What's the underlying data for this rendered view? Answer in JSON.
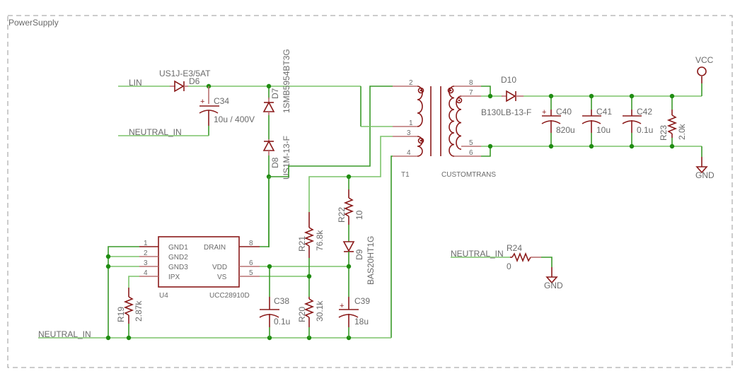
{
  "sheet": {
    "title": "PowerSupply"
  },
  "colors": {
    "wire": "#3a9a2a",
    "part": "#8b1a1a",
    "junction": "#1f8c12",
    "text": "#6a6a6a",
    "frame": "#999999"
  },
  "nets": {
    "lin": "LIN",
    "neutral_top": "NEUTRAL_IN",
    "neutral_bottom": "NEUTRAL_IN",
    "neutral_r24": "NEUTRAL_IN",
    "vcc": "VCC",
    "gnd_out": "GND",
    "gnd_r24": "GND"
  },
  "components": {
    "d6": {
      "ref": "D6",
      "value": "US1J-E3/5AT"
    },
    "c34": {
      "ref": "C34",
      "value": "10u / 400V"
    },
    "d7": {
      "ref": "D7",
      "value": "1SMB5954BT3G"
    },
    "d8": {
      "ref": "D8",
      "value": "US1M-13-F"
    },
    "t1": {
      "ref": "T1",
      "value": "CUSTOMTRANS",
      "pins": [
        "2",
        "1",
        "3",
        "4",
        "8",
        "7",
        "5",
        "6"
      ]
    },
    "d10": {
      "ref": "D10",
      "value": "B130LB-13-F"
    },
    "c40": {
      "ref": "C40",
      "value": "820u"
    },
    "c41": {
      "ref": "C41",
      "value": "10u"
    },
    "c42": {
      "ref": "C42",
      "value": "0.1u"
    },
    "r23": {
      "ref": "R23",
      "value": "2.0k"
    },
    "u4": {
      "ref": "U4",
      "value": "UCC28910D",
      "left_pins": [
        {
          "num": "1",
          "name": "GND1"
        },
        {
          "num": "2",
          "name": "GND2"
        },
        {
          "num": "3",
          "name": "GND3"
        },
        {
          "num": "4",
          "name": "IPX"
        }
      ],
      "right_pins": [
        {
          "num": "8",
          "name": "DRAIN"
        },
        {
          "num": "6",
          "name": "VDD"
        },
        {
          "num": "5",
          "name": "VS"
        }
      ]
    },
    "r19": {
      "ref": "R19",
      "value": "2.87k"
    },
    "r21": {
      "ref": "R21",
      "value": "76.8k"
    },
    "r22": {
      "ref": "R22",
      "value": "10"
    },
    "d9": {
      "ref": "D9",
      "value": "BAS20HT1G"
    },
    "c38": {
      "ref": "C38",
      "value": "0.1u"
    },
    "r20": {
      "ref": "R20",
      "value": "30.1k"
    },
    "c39": {
      "ref": "C39",
      "value": "18u"
    },
    "r24": {
      "ref": "R24",
      "value": "0"
    }
  }
}
